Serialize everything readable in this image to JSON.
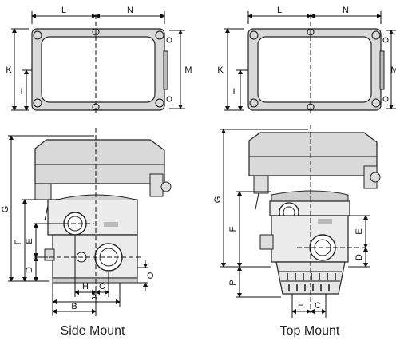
{
  "captions": {
    "side": "Side Mount",
    "top": "Top Mount"
  },
  "dims": {
    "L": "L",
    "N": "N",
    "K": "K",
    "M": "M",
    "I": "I",
    "G": "G",
    "F": "F",
    "E": "E",
    "D": "D",
    "O": "O",
    "H": "H",
    "C": "C",
    "A": "A",
    "B": "B",
    "P": "P"
  }
}
